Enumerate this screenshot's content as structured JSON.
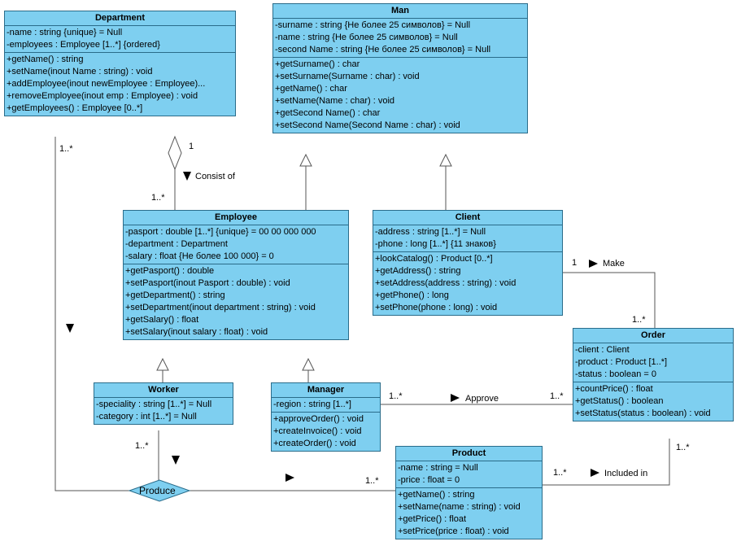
{
  "classes": [
    {
      "key": "department",
      "name": "Department",
      "attributes": [
        "-name : string {unique} = Null",
        "-employees : Employee [1..*] {ordered}"
      ],
      "operations": [
        "+getName() : string",
        "+setName(inout Name : string) : void",
        "+addEmployee(inout newEmployee : Employee)...",
        "+removeEmployee(inout emp : Employee) : void",
        "+getEmployees() : Employee [0..*]"
      ]
    },
    {
      "key": "man",
      "name": "Man",
      "attributes": [
        "-surname : string {Не более 25 символов} = Null",
        "-name : string {Не более 25 символов} = Null",
        "-second Name : string {Не более 25 символов} = Null"
      ],
      "operations": [
        "+getSurname() : char",
        "+setSurname(Surname : char) : void",
        "+getName() : char",
        "+setName(Name : char) : void",
        "+getSecond Name() : char",
        "+setSecond Name(Second Name : char) : void"
      ]
    },
    {
      "key": "employee",
      "name": "Employee",
      "attributes": [
        "-pasport : double [1..*] {unique} = 00 00 000 000",
        "-department : Department",
        "-salary : float {Не более 100 000} = 0"
      ],
      "operations": [
        "+getPasport() : double",
        "+setPasport(inout Pasport : double) : void",
        "+getDepartment() : string",
        "+setDepartment(inout department : string) : void",
        "+getSalary() : float",
        "+setSalary(inout salary : float) : void"
      ]
    },
    {
      "key": "client",
      "name": "Client",
      "attributes": [
        "-address : string [1..*] = Null",
        "-phone : long [1..*] {11 знаков}"
      ],
      "operations": [
        "+lookCatalog() : Product [0..*]",
        "+getAddress() : string",
        "+setAddress(address : string) : void",
        "+getPhone() : long",
        "+setPhone(phone : long) : void"
      ]
    },
    {
      "key": "order",
      "name": "Order",
      "attributes": [
        "-client : Client",
        "-product : Product [1..*]",
        "-status : boolean = 0"
      ],
      "operations": [
        "+countPrice() : float",
        "+getStatus() : boolean",
        "+setStatus(status : boolean) : void"
      ]
    },
    {
      "key": "worker",
      "name": "Worker",
      "attributes": [
        "-speciality : string [1..*] = Null",
        "-category : int [1..*] = Null"
      ],
      "operations": []
    },
    {
      "key": "manager",
      "name": "Manager",
      "attributes": [
        "-region : string [1..*]"
      ],
      "operations": [
        "+approveOrder() : void",
        "+createInvoice() : void",
        "+createOrder() : void"
      ]
    },
    {
      "key": "product",
      "name": "Product",
      "attributes": [
        "-name : string = Null",
        "-price : float = 0"
      ],
      "operations": [
        "+getName() : string",
        "+setName(name : string) : void",
        "+getPrice() : float",
        "+setPrice(price : float) : void"
      ]
    }
  ],
  "association": {
    "name": "Produce"
  },
  "labels": {
    "consist_of": "Consist of",
    "make": "Make",
    "approve": "Approve",
    "included_in": "Included in",
    "m_one": "1",
    "m_many": "1..*"
  },
  "colors": {
    "fill": "#7ecff0",
    "border": "#2a6c8a",
    "line": "#555555"
  }
}
